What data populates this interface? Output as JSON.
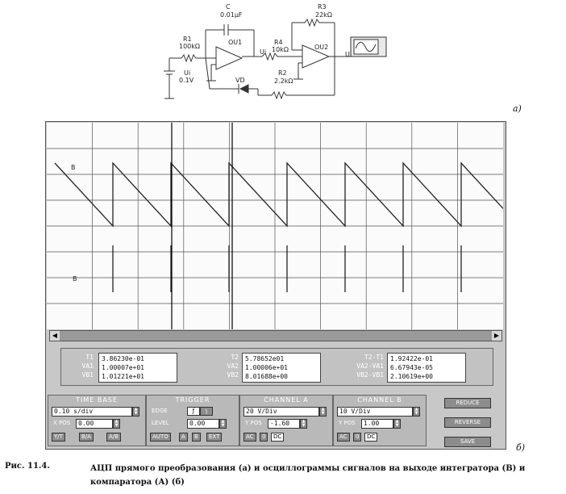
{
  "circuit": {
    "labels": {
      "c": "C",
      "c_val": "0.01µF",
      "r3": "R3",
      "r3_val": "22kΩ",
      "r1": "R1",
      "r1_val": "100kΩ",
      "ou1": "OU1",
      "r4": "R4",
      "r4_val": "10kΩ",
      "ui_mid": "Ui",
      "ou2": "OU2",
      "ui_out": "Ui",
      "ui_src": "Ui",
      "ui_src_val": "0.1V",
      "vd": "VD",
      "r2": "R2",
      "r2_val": "2.2kΩ"
    },
    "part_label": "a)"
  },
  "scope": {
    "trace_labels": {
      "b": "B",
      "a": "B"
    },
    "readouts": {
      "t1": {
        "labels": [
          "T1",
          "VA1",
          "VB1"
        ],
        "values": [
          "3.86230e-01",
          "1.00007e+01",
          "1.01221e+01"
        ]
      },
      "t2": {
        "labels": [
          "T2",
          "VA2",
          "VB2"
        ],
        "values": [
          "5.78652e01",
          "1.00006e+01",
          "8.01688e+00"
        ]
      },
      "diff": {
        "labels": [
          "T2-T1",
          "VA2-VA1",
          "VB2-VB1"
        ],
        "values": [
          "1.92422e-01",
          "6.67943e-05",
          "2.10619e+00"
        ]
      }
    },
    "time_base": {
      "title": "TIME BASE",
      "value": "0.10 s/div",
      "xpos_label": "X POS",
      "xpos_value": "0.00",
      "buttons": [
        "Y/T",
        "B/A",
        "A/B"
      ]
    },
    "trigger": {
      "title": "TRIGGER",
      "edge_label": "EDGE",
      "level_label": "LEVEL",
      "level_value": "0.00",
      "buttons": [
        "AUTO",
        "A",
        "B",
        "EXT"
      ]
    },
    "channel_a": {
      "title": "CHANNEL A",
      "value": "20 V/Div",
      "ypos_label": "Y POS",
      "ypos_value": "-1.60",
      "buttons": [
        "AC",
        "0",
        "DC"
      ]
    },
    "channel_b": {
      "title": "CHANNEL B",
      "value": "10 V/Div",
      "ypos_label": "Y POS",
      "ypos_value": "1.00",
      "buttons": [
        "AC",
        "0",
        "DC"
      ]
    },
    "side_buttons": [
      "REDUCE",
      "REVERSE",
      "SAVE"
    ]
  },
  "part_b": "б)",
  "caption": {
    "label": "Рис. 11.4.",
    "text": "АЦП прямого преобразования (а) и осциллограммы сигналов на выходе интегратора (В) и компаратора (А) (б)"
  },
  "colors": {
    "screen": "#fbfbfb",
    "trace": "#222222",
    "panel": "#c2c2c2"
  }
}
